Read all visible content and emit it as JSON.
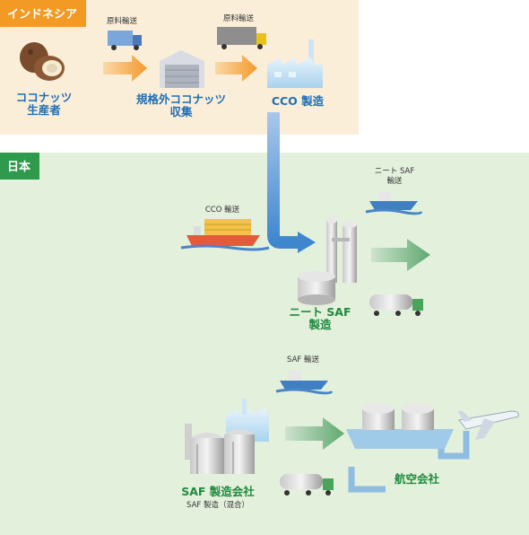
{
  "regions": {
    "indonesia": "インドネシア",
    "japan": "日本"
  },
  "labels": {
    "coconut_producer_line1": "ココナッツ",
    "coconut_producer_line2": "生産者",
    "collection_line1": "規格外ココナッツ",
    "collection_line2": "収集",
    "cco_production": "CCO 製造",
    "raw_transport_1": "原料輸送",
    "raw_transport_2": "原料輸送",
    "cco_transport": "CCO 輸送",
    "neat_saf_transport_line1": "ニート SAF",
    "neat_saf_transport_line2": "輸送",
    "neat_saf_production_line1": "ニート SAF",
    "neat_saf_production_line2": "製造",
    "saf_transport": "SAF 輸送",
    "saf_company": "SAF 製造会社",
    "saf_company_sub": "SAF 製造（混合）",
    "airline": "航空会社"
  },
  "colors": {
    "indonesia_bg": "#fbeed9",
    "japan_bg": "#e3f0dc",
    "indonesia_tag": "#f29a24",
    "japan_tag": "#2f9a4c",
    "label_blue": "#1f6fb3",
    "label_green": "#1f8a3f",
    "orange_arrow": "#f4a33a",
    "green_arrow": "#6fae7f",
    "pipe_blue": "#5f9ad6"
  }
}
